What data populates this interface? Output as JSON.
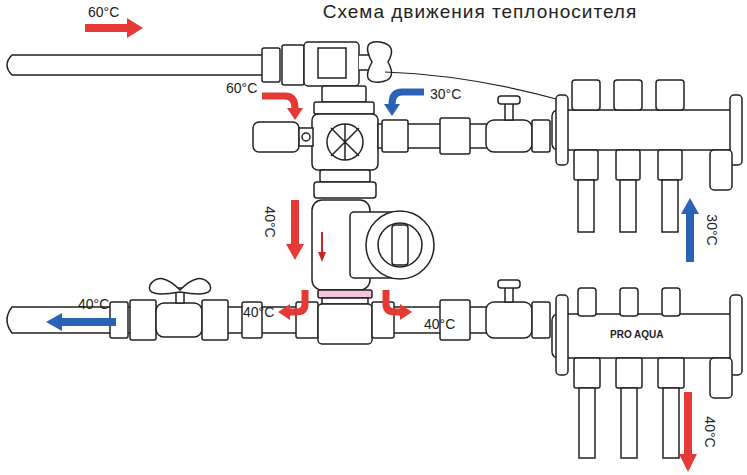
{
  "diagram": {
    "title": "Схема движения теплоносителя",
    "labels": [
      "60°C",
      "60°C",
      "30°C",
      "40°C",
      "30°C",
      "40°C",
      "40°C",
      "40°C",
      "PRO AQUA",
      "40°C"
    ]
  }
}
